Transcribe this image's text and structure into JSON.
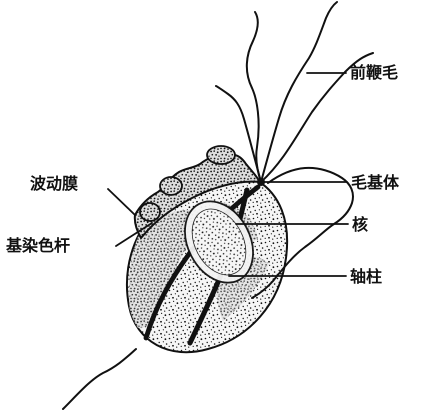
{
  "diagram": {
    "labels": {
      "anterior_flagella": "前鞭毛",
      "undulating_membrane": "波动膜",
      "basal_body": "毛基体",
      "costa": "基染色杆",
      "nucleus": "核",
      "axostyle": "轴柱"
    }
  }
}
